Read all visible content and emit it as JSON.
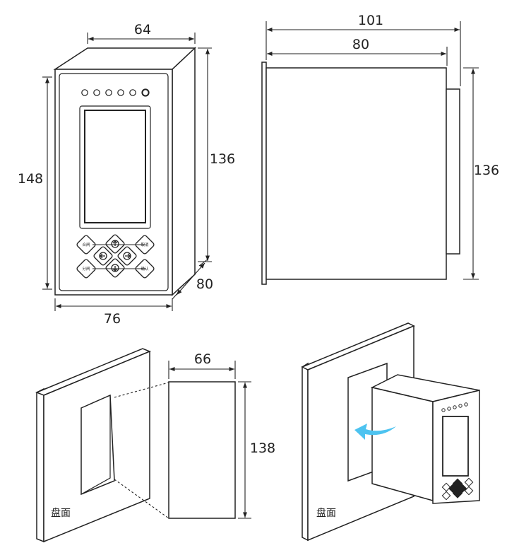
{
  "colors": {
    "line": "#222222",
    "face": "#ffffff",
    "arrow": "#4dc3f0"
  },
  "front_view": {
    "dims": {
      "top_width": "64",
      "side_depth": "136",
      "height": "148",
      "bottom_width": "76",
      "diag_depth": "80"
    },
    "buttons": {
      "close": "合闸",
      "open": "分闸",
      "cancel": "取消",
      "confirm": "确认"
    }
  },
  "side_view": {
    "dims": {
      "total_depth": "101",
      "body_depth": "80",
      "height": "136"
    }
  },
  "cutout_view": {
    "dims": {
      "width": "66",
      "height": "138"
    },
    "panel_label": "盘面"
  },
  "install_view": {
    "panel_label": "盘面"
  }
}
